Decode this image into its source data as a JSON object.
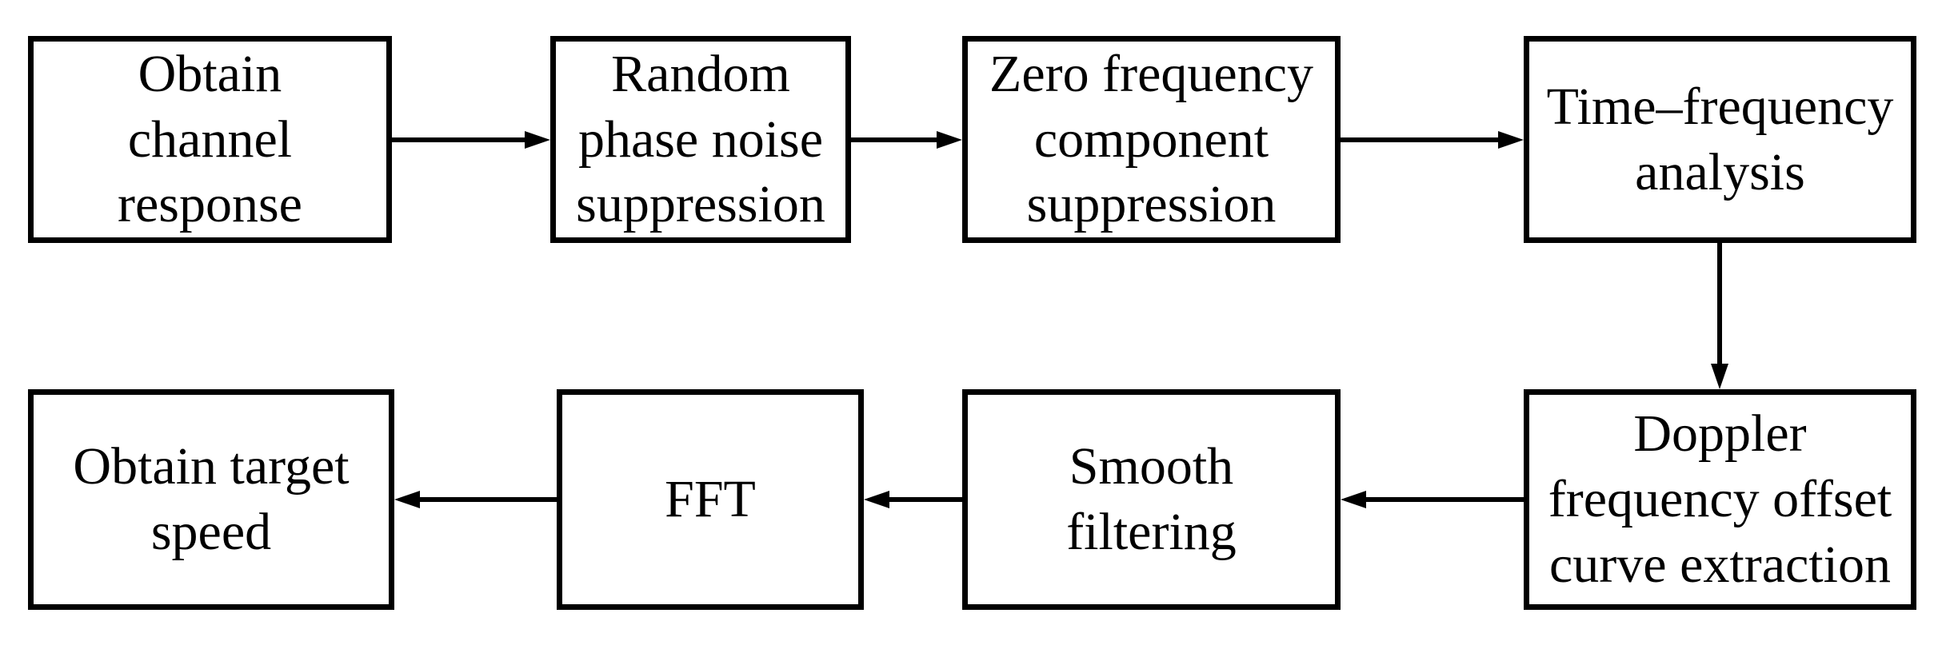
{
  "diagram": {
    "type": "flowchart",
    "colors": {
      "background": "#ffffff",
      "box_border": "#000000",
      "text": "#000000",
      "arrow": "#000000"
    },
    "nodes": [
      {
        "id": "obtain-channel-response",
        "label": "Obtain\nchannel\nresponse"
      },
      {
        "id": "random-phase-noise-suppression",
        "label": "Random\nphase noise\nsuppression"
      },
      {
        "id": "zero-frequency-component-suppression",
        "label": "Zero frequency\ncomponent\nsuppression"
      },
      {
        "id": "time-frequency-analysis",
        "label": "Time–frequency\nanalysis"
      },
      {
        "id": "doppler-frequency-offset-curve-extraction",
        "label": "Doppler\nfrequency offset\ncurve extraction"
      },
      {
        "id": "smooth-filtering",
        "label": "Smooth\nfiltering"
      },
      {
        "id": "fft",
        "label": "FFT"
      },
      {
        "id": "obtain-target-speed",
        "label": "Obtain target\nspeed"
      }
    ],
    "edges": [
      {
        "from": "obtain-channel-response",
        "to": "random-phase-noise-suppression",
        "direction": "right"
      },
      {
        "from": "random-phase-noise-suppression",
        "to": "zero-frequency-component-suppression",
        "direction": "right"
      },
      {
        "from": "zero-frequency-component-suppression",
        "to": "time-frequency-analysis",
        "direction": "right"
      },
      {
        "from": "time-frequency-analysis",
        "to": "doppler-frequency-offset-curve-extraction",
        "direction": "down"
      },
      {
        "from": "doppler-frequency-offset-curve-extraction",
        "to": "smooth-filtering",
        "direction": "left"
      },
      {
        "from": "smooth-filtering",
        "to": "fft",
        "direction": "left"
      },
      {
        "from": "fft",
        "to": "obtain-target-speed",
        "direction": "left"
      }
    ]
  }
}
